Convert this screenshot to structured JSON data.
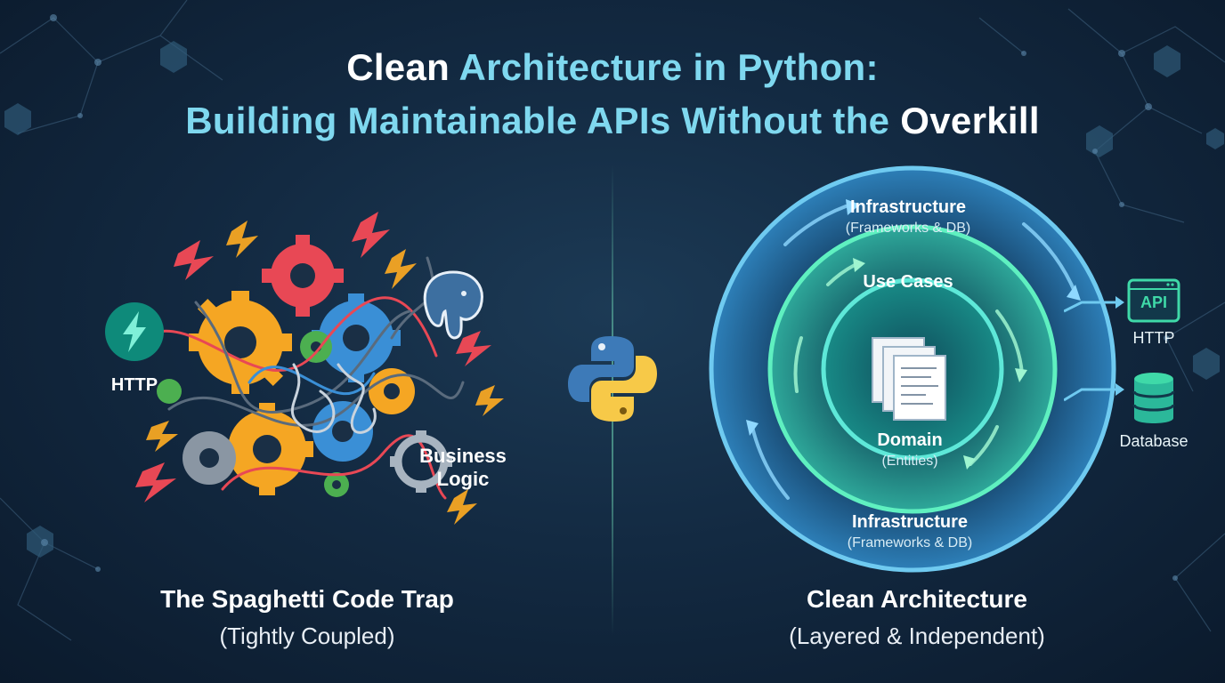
{
  "title": {
    "line1_part1": "Clean",
    "line1_part2": "Architecture in Python:",
    "line2_part1": "Building Maintainable APIs Without the",
    "line2_part2": "Overkill"
  },
  "left": {
    "http_label": "HTTP",
    "business_logic_line1": "Business",
    "business_logic_line2": "Logic",
    "caption_title": "The Spaghetti Code Trap",
    "caption_sub": "(Tightly Coupled)"
  },
  "right": {
    "outer_ring_top_title": "Infrastructure",
    "outer_ring_top_sub": "(Frameworks & DB)",
    "middle_ring_title": "Use Cases",
    "core_title": "Domain",
    "core_sub": "(Entities)",
    "outer_ring_bottom_title": "Infrastructure",
    "outer_ring_bottom_sub": "(Frameworks & DB)",
    "api_icon_text": "API",
    "api_label": "HTTP",
    "database_label": "Database",
    "caption_title": "Clean Architecture",
    "caption_sub": "(Layered & Independent)"
  },
  "colors": {
    "accent_cyan": "#7fd8ef",
    "outer_ring": "#4fb8e8",
    "middle_ring": "#3fd9a8",
    "core_ring": "#2fd0c0",
    "gear_orange": "#f5a623",
    "gear_red": "#e84855",
    "gear_blue": "#3a8fd6",
    "gear_green": "#4caf50",
    "python_blue": "#3d7ab8",
    "python_yellow": "#f7c948"
  },
  "icons": [
    "http-bolt-icon",
    "postgres-elephant-icon",
    "python-logo-icon",
    "document-stack-icon",
    "api-window-icon",
    "database-icon",
    "gear-icon",
    "lightning-icon"
  ]
}
